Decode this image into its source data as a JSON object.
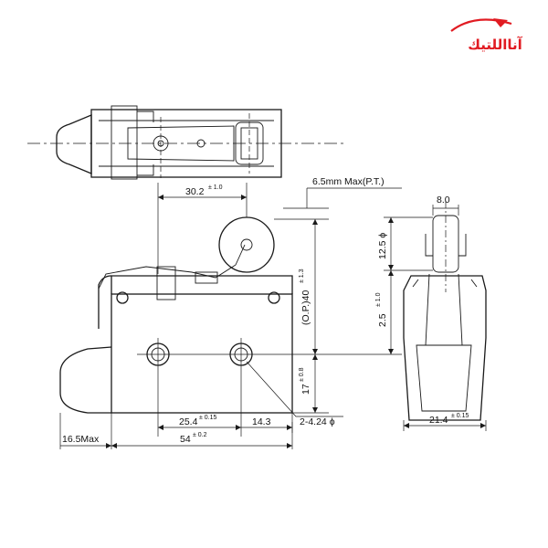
{
  "logo": {
    "text": "آنااللتيك",
    "color": "#e11b22"
  },
  "dimensions": {
    "top_width": {
      "value": "30.2",
      "tol": "± 1.0"
    },
    "pt": {
      "value": "6.5mm Max(P.T.)"
    },
    "roller_width": {
      "value": "8.0"
    },
    "roller_dia": {
      "value": "12.5 ϕ"
    },
    "side_height": {
      "value": "2.5",
      "tol": "± 1.0"
    },
    "op": {
      "value": "(O.P.)40",
      "tol": "± 1.3"
    },
    "lower": {
      "value": "17",
      "tol": "± 0.8"
    },
    "hole_spacing": {
      "value": "25.4",
      "tol": "± 0.15"
    },
    "edge": {
      "value": "14.3"
    },
    "holes": {
      "value": "2-4.24 ϕ"
    },
    "plunger": {
      "value": "16.5Max"
    },
    "length": {
      "value": "54",
      "tol": "± 0.2"
    },
    "side_width": {
      "value": "21.4",
      "tol": "± 0.15"
    }
  },
  "colors": {
    "line": "#1a1a1a",
    "accent": "#e11b22"
  }
}
